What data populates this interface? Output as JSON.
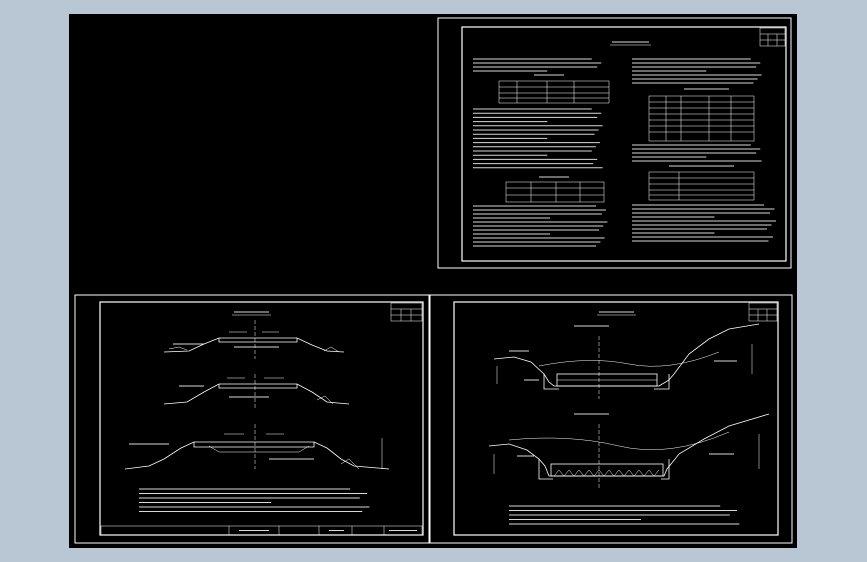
{
  "colors": {
    "background": "#b9c6d3",
    "model_space": "#000000",
    "line": "#ffffff"
  },
  "sheets": [
    {
      "name": "sheet-design-notes",
      "kind": "text"
    },
    {
      "name": "sheet-subgrade-sections",
      "kind": "sections"
    },
    {
      "name": "sheet-drainage-sections",
      "kind": "drainage"
    }
  ]
}
